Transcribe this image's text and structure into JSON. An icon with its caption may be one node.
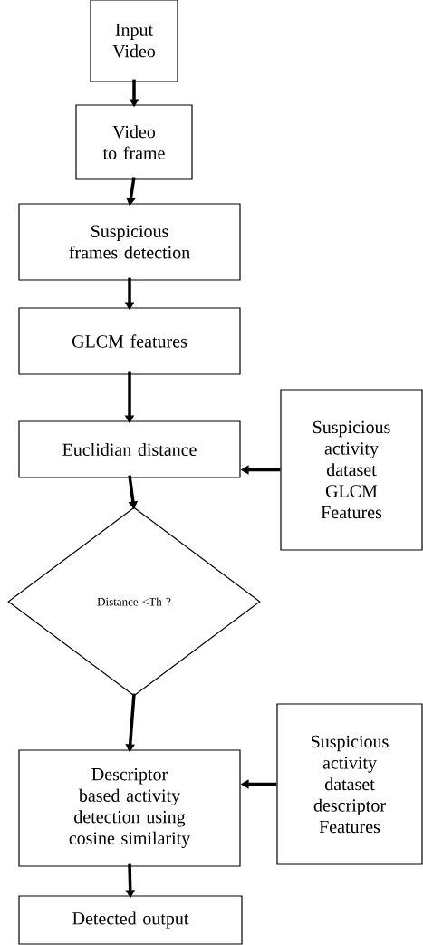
{
  "diagram": {
    "nodes": [
      {
        "text": [
          "Input Video"
        ]
      },
      {
        "text": [
          "Video to frame"
        ]
      },
      {
        "text": [
          "Suspicious frames detection"
        ]
      },
      {
        "text": [
          "GLCM features"
        ]
      },
      {
        "text": [
          "Euclidian distance"
        ]
      },
      {
        "text": [
          "Suspicious activity dataset GLCM Features"
        ]
      },
      {
        "text": [
          "Distance <Th ?"
        ]
      },
      {
        "text": [
          "Descriptor based activity detection using cosine similarity"
        ]
      },
      {
        "text": [
          "Suspicious activity dataset descriptor Features"
        ]
      },
      {
        "text": [
          "Detected output"
        ]
      }
    ],
    "edges": [
      {
        "from": 0,
        "to": 1,
        "arrow": "to"
      },
      {
        "from": 1,
        "to": 2,
        "arrow": "to"
      },
      {
        "from": 2,
        "to": 3,
        "arrow": "to"
      },
      {
        "from": 3,
        "to": 4,
        "arrow": "to"
      },
      {
        "from": 5,
        "to": 4,
        "arrow": "to"
      },
      {
        "from": 4,
        "to": 6,
        "arrow": "to"
      },
      {
        "from": 6,
        "to": 7,
        "arrow": "to"
      },
      {
        "from": 8,
        "to": 7,
        "arrow": "to"
      },
      {
        "from": 7,
        "to": 9,
        "arrow": "to"
      }
    ]
  }
}
